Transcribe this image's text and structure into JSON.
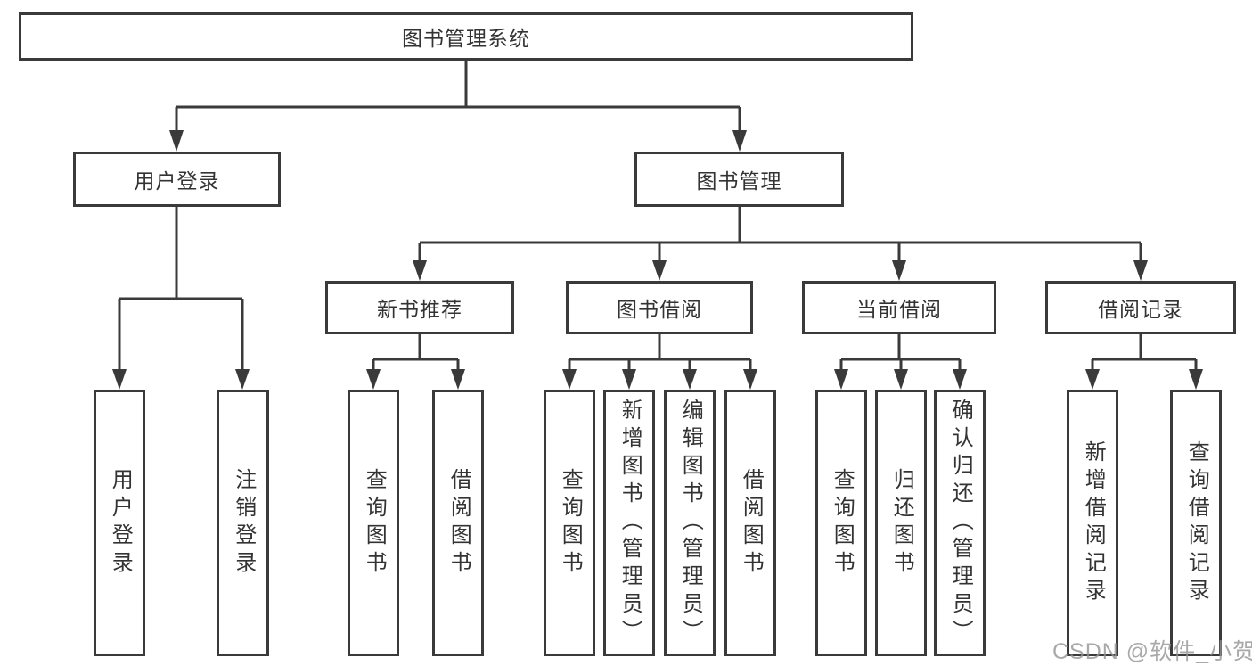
{
  "diagram": {
    "root": {
      "label": "图书管理系统",
      "children": [
        {
          "label": "用户登录",
          "children": [
            {
              "label": "用户登录"
            },
            {
              "label": "注销登录"
            }
          ]
        },
        {
          "label": "图书管理",
          "children": [
            {
              "label": "新书推荐",
              "children": [
                {
                  "label": "查询图书"
                },
                {
                  "label": "借阅图书"
                }
              ]
            },
            {
              "label": "图书借阅",
              "children": [
                {
                  "label": "查询图书"
                },
                {
                  "label": "新增图书（管理员）"
                },
                {
                  "label": "编辑图书（管理员）"
                },
                {
                  "label": "借阅图书"
                }
              ]
            },
            {
              "label": "当前借阅",
              "children": [
                {
                  "label": "查询图书"
                },
                {
                  "label": "归还图书"
                },
                {
                  "label": "确认归还（管理员）"
                }
              ]
            },
            {
              "label": "借阅记录",
              "children": [
                {
                  "label": "新增借阅记录"
                },
                {
                  "label": "查询借阅记录"
                }
              ]
            }
          ]
        }
      ]
    }
  },
  "watermark": {
    "text": "CSDN @软件_小贺同学"
  },
  "colors": {
    "line": "#3a3a3a",
    "node_border": "#3a3a3a",
    "text": "#333333",
    "watermark": "#949494",
    "background": "#ffffff"
  }
}
